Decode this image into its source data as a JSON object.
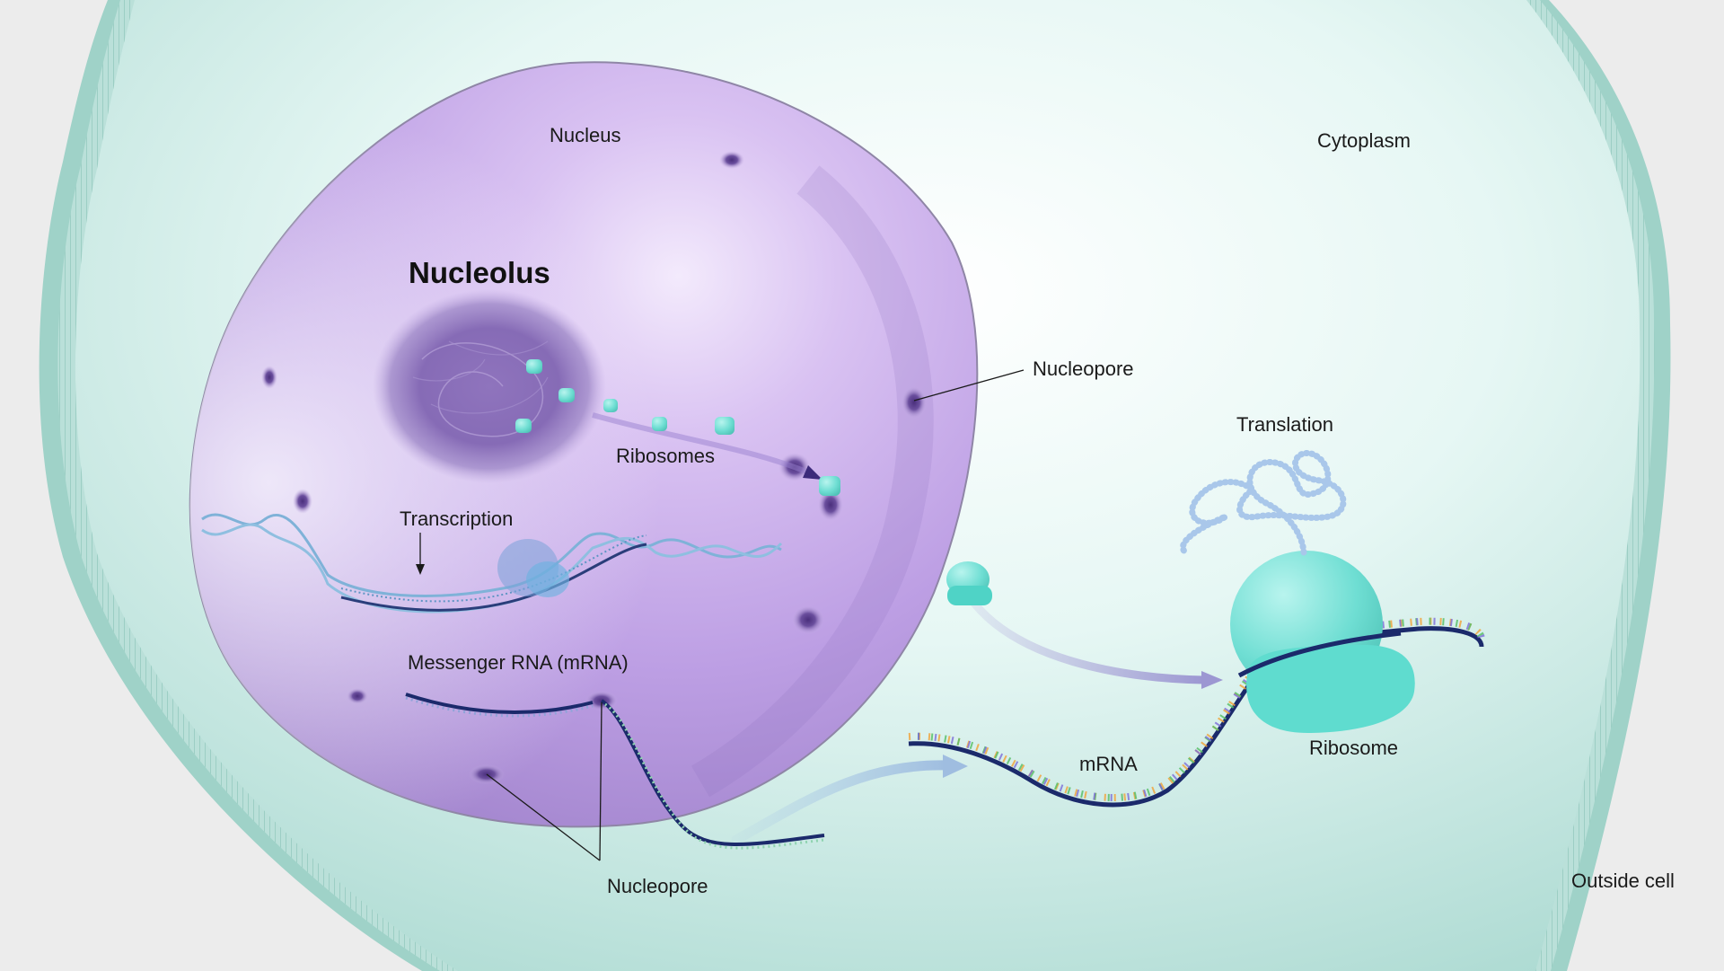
{
  "labels": {
    "nucleus": "Nucleus",
    "nucleolus": "Nucleolus",
    "cytoplasm": "Cytoplasm",
    "nucleopore_top": "Nucleopore",
    "nucleopore_bottom": "Nucleopore",
    "ribosomes": "Ribosomes",
    "transcription": "Transcription",
    "mrna_full": "Messenger RNA (mRNA)",
    "translation": "Translation",
    "mrna": "mRNA",
    "ribosome": "Ribosome",
    "outside_cell": "Outside cell"
  },
  "colors": {
    "background": "#ececec",
    "cytoplasm": "#c9ece6",
    "cell_membrane": "#8fc9bf",
    "nucleus": "#b79be0",
    "nucleolus": "#8a6bb8",
    "ribosome": "#6fe0d6",
    "mrna": "#1b2a6b",
    "dna": "#7fb2d8",
    "protein_chain": "#a9c7ea"
  }
}
